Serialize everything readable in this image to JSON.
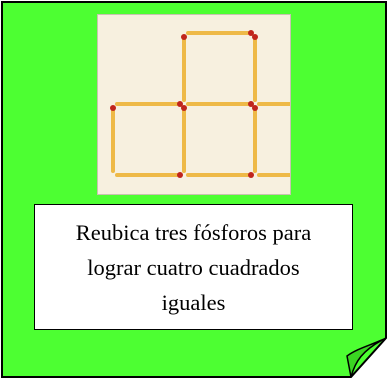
{
  "colors": {
    "card_green": "#4dff32",
    "puzzle_background": "#f7f0df",
    "matchstick": "#eeb947",
    "matchstick_head": "#c0251c"
  },
  "card": {
    "instruction": "Reubica tres fósforos para\nlograr cuatro cuadrados\niguales"
  },
  "puzzle": {
    "grid_cells": [
      [
        1,
        0
      ],
      [
        0,
        1
      ],
      [
        1,
        1
      ],
      [
        2,
        1
      ]
    ],
    "matchstick_count": 12
  }
}
